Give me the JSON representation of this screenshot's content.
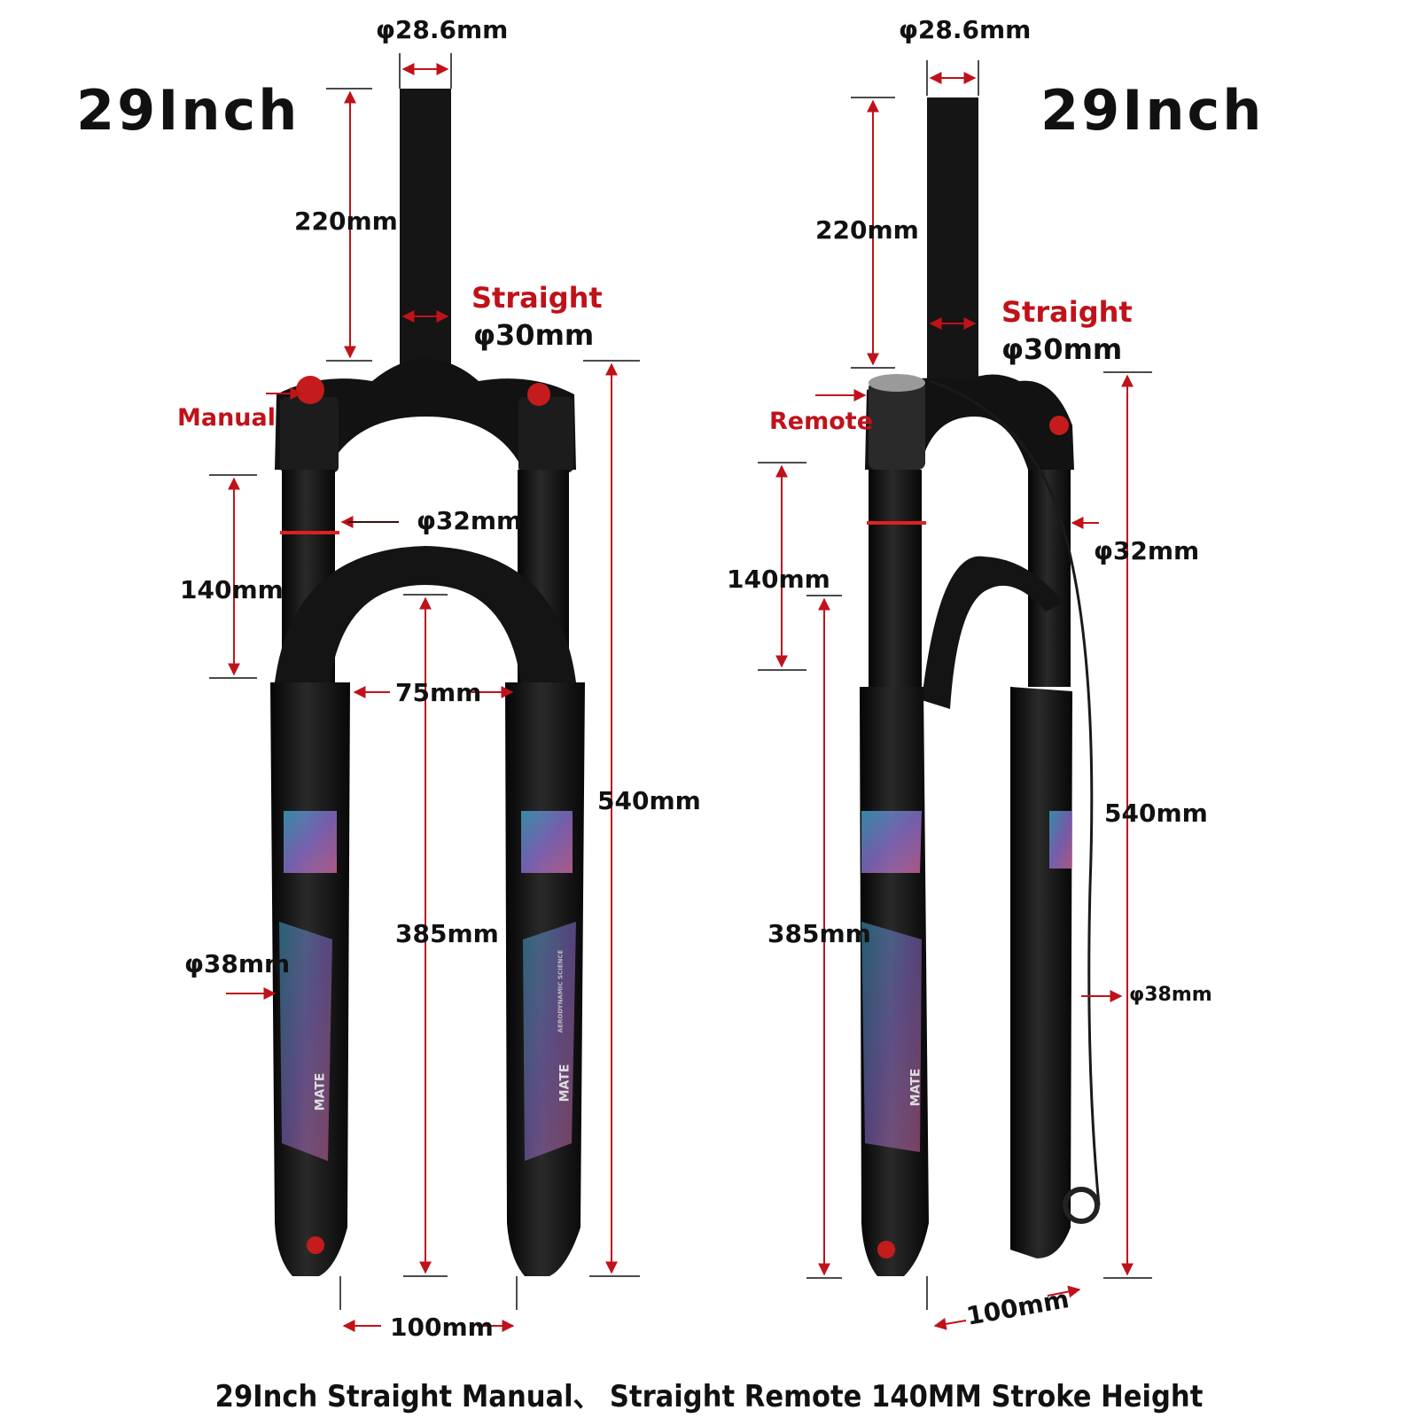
{
  "left_panel": {
    "size_label": "29Inch",
    "steerer_top_diameter": "φ28.6mm",
    "steerer_length": "220mm",
    "steerer_type": "Straight",
    "steerer_bottom_diameter": "φ30mm",
    "lockout_type": "Manual",
    "stanchion_diameter": "φ32mm",
    "stroke": "140mm",
    "crown_width": "75mm",
    "total_length": "540mm",
    "axle_to_crown": "385mm",
    "lower_diameter": "φ38mm",
    "hub_spacing": "100mm",
    "decal_brand": "MATE",
    "decal_tagline": "AERODYNAMIC SCIENCE"
  },
  "right_panel": {
    "size_label": "29Inch",
    "steerer_top_diameter": "φ28.6mm",
    "steerer_length": "220mm",
    "steerer_type": "Straight",
    "steerer_bottom_diameter": "φ30mm",
    "lockout_type": "Remote",
    "stanchion_diameter": "φ32mm",
    "stroke": "140mm",
    "total_length": "540mm",
    "axle_to_crown": "385mm",
    "lower_diameter": "φ38mm",
    "hub_spacing": "100mm",
    "decal_brand": "MATE"
  },
  "caption": "29Inch Straight Manual、 Straight Remote 140MM Stroke Height",
  "colors": {
    "annotation_red": "#c0121a",
    "fork_black": "#141414",
    "text_black": "#111111"
  }
}
